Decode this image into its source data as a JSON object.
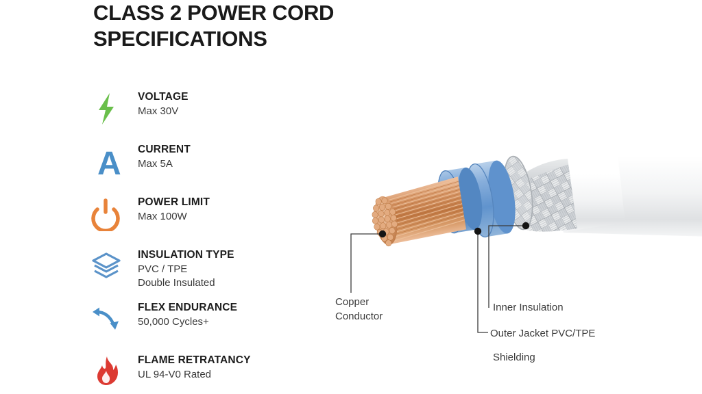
{
  "page": {
    "background_color": "#ffffff",
    "title": "CLASS 2 POWER CORD\nSPECIFICATIONS"
  },
  "specs": {
    "items": [
      {
        "icon": "lightning-bolt-icon",
        "icon_color": "#6ABF4B",
        "title": "VOLTAGE",
        "value": "Max 30V"
      },
      {
        "icon": "ampere-letter-a-icon",
        "icon_color": "#4A8FC8",
        "title": "CURRENT",
        "value": "Max 5A"
      },
      {
        "icon": "power-button-icon",
        "icon_color": "#E8833A",
        "title": "POWER LIMIT",
        "value": "Max 100W"
      },
      {
        "icon": "layers-stack-icon",
        "icon_color": "#5B93C9",
        "title": "INSULATION TYPE",
        "value": "PVC / TPE\nDouble Insulated"
      },
      {
        "icon": "flex-bidirectional-arrow-icon",
        "icon_color": "#4A8FC8",
        "title": "FLEX ENDURANCE",
        "value": "50,000 Cycles+"
      },
      {
        "icon": "flame-icon",
        "icon_color": "#DC3A32",
        "title": "FLAME RETRATANCY",
        "value": "UL 94-V0 Rated"
      }
    ]
  },
  "diagram": {
    "name": "cable-cutaway-illustration",
    "layers": {
      "copper_color": "#C8794A",
      "insulation_color": "#6C9BD2",
      "shielding_color": "#BFC4C9",
      "jacket_color": "#FAFAFA"
    },
    "callouts": [
      {
        "name": "copper-conductor",
        "label": "Copper\nConductor"
      },
      {
        "name": "inner-insulation",
        "label": "Inner Insulation"
      },
      {
        "name": "outer-jacket",
        "label": "Outer Jacket PVC/TPE"
      },
      {
        "name": "shielding",
        "label": "Shielding"
      }
    ]
  }
}
